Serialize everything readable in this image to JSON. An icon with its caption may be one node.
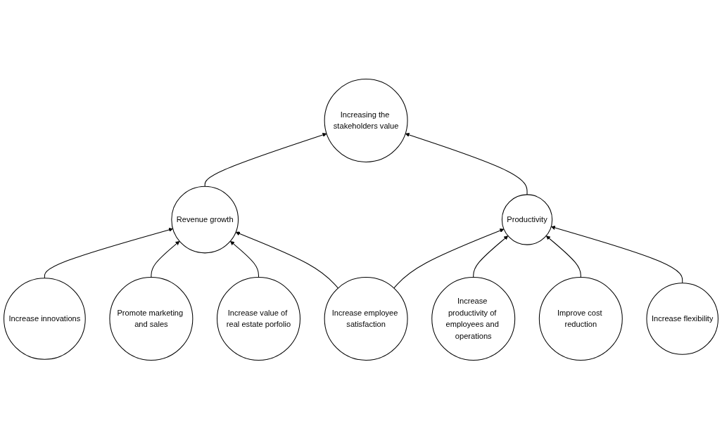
{
  "diagram": {
    "nodes": [
      {
        "text": [
          "Increasing the stakeholders value"
        ]
      },
      {
        "text": [
          "Revenue growth"
        ]
      },
      {
        "text": [
          "Productivity"
        ]
      },
      {
        "text": [
          "Increase innovations"
        ]
      },
      {
        "text": [
          "Promote marketing and sales"
        ]
      },
      {
        "text": [
          "Increase value of real estate porfolio"
        ]
      },
      {
        "text": [
          "Increase employee satisfaction"
        ]
      },
      {
        "text": [
          "Increase productivity of employees and operations"
        ]
      },
      {
        "text": [
          "Improve cost reduction"
        ]
      },
      {
        "text": [
          "Increase flexibility"
        ]
      }
    ],
    "edges": [
      {
        "from": 1,
        "to": 0,
        "arrow": "to"
      },
      {
        "from": 2,
        "to": 0,
        "arrow": "to"
      },
      {
        "from": 3,
        "to": 1,
        "arrow": "to"
      },
      {
        "from": 4,
        "to": 1,
        "arrow": "to"
      },
      {
        "from": 5,
        "to": 1,
        "arrow": "to"
      },
      {
        "from": 6,
        "to": 1,
        "arrow": "to"
      },
      {
        "from": 6,
        "to": 2,
        "arrow": "to"
      },
      {
        "from": 7,
        "to": 2,
        "arrow": "to"
      },
      {
        "from": 8,
        "to": 2,
        "arrow": "to"
      },
      {
        "from": 9,
        "to": 2,
        "arrow": "to"
      }
    ]
  }
}
